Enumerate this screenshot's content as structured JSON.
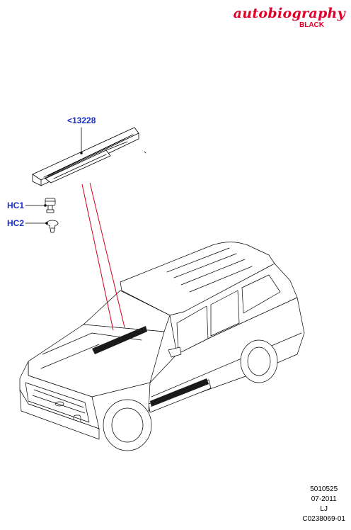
{
  "branding": {
    "name": "autobiography",
    "subtitle": "BLACK",
    "color": "#e0002a"
  },
  "callouts": {
    "main_part": "<13228",
    "hc1": "HC1",
    "hc2": "HC2",
    "color": "#1a2fc8"
  },
  "references": {
    "code1": "5010525",
    "date": "07-2011",
    "initials": "LJ",
    "illustration_id": "C0238069-01"
  },
  "leader_color": "#d0001a"
}
